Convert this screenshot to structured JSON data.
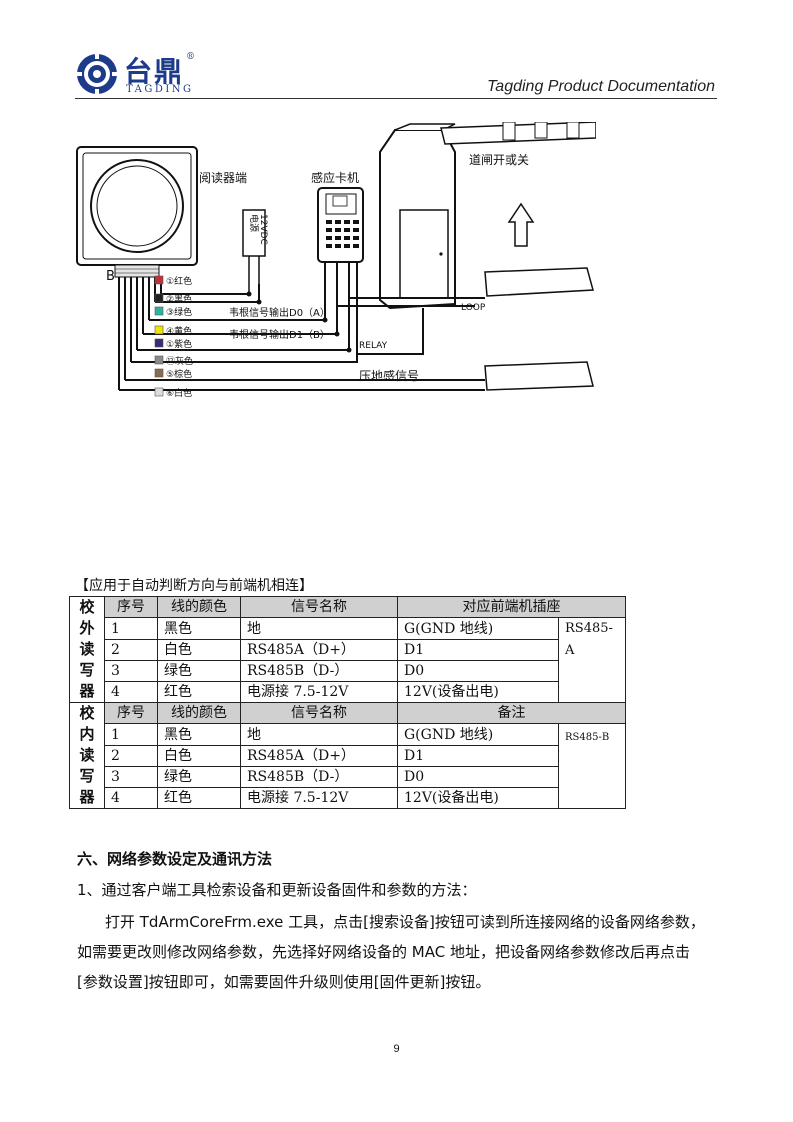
{
  "header": {
    "logo_cn": "台鼎",
    "logo_reg": "®",
    "logo_en": "TAGDING",
    "title": "Tagding Product Documentation"
  },
  "diagram": {
    "reader_label": "阅读器端",
    "card_label": "感应卡机",
    "gate_label": "道闸开或关",
    "power_label_1": "电源",
    "power_label_2": "12VDC",
    "port_label": "B",
    "wiegand_d0": "韦根信号输出D0（A）",
    "wiegand_d1": "韦根信号输出D1（B）",
    "relay": "RELAY",
    "loop": "LOOP",
    "ground_signal": "压地感信号",
    "wires": [
      {
        "label": "①红色",
        "color": "#c0323a"
      },
      {
        "label": "②黑色",
        "color": "#222222"
      },
      {
        "label": "③绿色",
        "color": "#2fb3a0"
      },
      {
        "label": "④黄色",
        "color": "#f2e300"
      },
      {
        "label": "①紫色",
        "color": "#3b2a78"
      },
      {
        "label": "⑫灰色",
        "color": "#8a8a8a"
      },
      {
        "label": "⑤棕色",
        "color": "#8a6a4a"
      },
      {
        "label": "⑥白色",
        "color": "#dddddd"
      }
    ]
  },
  "table": {
    "caption": "【应用于自动判断方向与前端机相连】",
    "outer": {
      "side": [
        "校",
        "外",
        "读",
        "写",
        "器"
      ],
      "headers": [
        "序号",
        "线的颜色",
        "信号名称",
        "对应前端机插座"
      ],
      "rows": [
        {
          "no": "1",
          "color": "黑色",
          "signal": "地",
          "port": "G(GND 地线)"
        },
        {
          "no": "2",
          "color": "白色",
          "signal": "RS485A（D+）",
          "port": "D1"
        },
        {
          "no": "3",
          "color": "绿色",
          "signal": "RS485B（D-）",
          "port": "D0"
        },
        {
          "no": "4",
          "color": "红色",
          "signal": "电源接 7.5-12V",
          "port": "12V(设备出电)"
        }
      ],
      "note": "RS485-A"
    },
    "inner": {
      "side": [
        "校",
        "内",
        "读",
        "写",
        "器"
      ],
      "headers": [
        "序号",
        "线的颜色",
        "信号名称",
        "备注"
      ],
      "rows": [
        {
          "no": "1",
          "color": "黑色",
          "signal": "地",
          "port": "G(GND 地线)"
        },
        {
          "no": "2",
          "color": "白色",
          "signal": "RS485A（D+）",
          "port": "D1"
        },
        {
          "no": "3",
          "color": "绿色",
          "signal": "RS485B（D-）",
          "port": "D0"
        },
        {
          "no": "4",
          "color": "红色",
          "signal": "电源接 7.5-12V",
          "port": "12V(设备出电)"
        }
      ],
      "note": "RS485-B"
    }
  },
  "section": {
    "heading": "六、网络参数设定及通讯方法",
    "item1": "1、通过客户端工具检索设备和更新设备固件和参数的方法：",
    "para_lines": [
      "打开 TdArmCoreFrm.exe 工具，点击[搜索设备]按钮可读到所连接网络的设备网络参数，",
      "如需要更改则修改网络参数，先选择好网络设备的 MAC 地址，把设备网络参数修改后再点击",
      "[参数设置]按钮即可，如需要固件升级则使用[固件更新]按钮。"
    ]
  },
  "page_number": "9"
}
